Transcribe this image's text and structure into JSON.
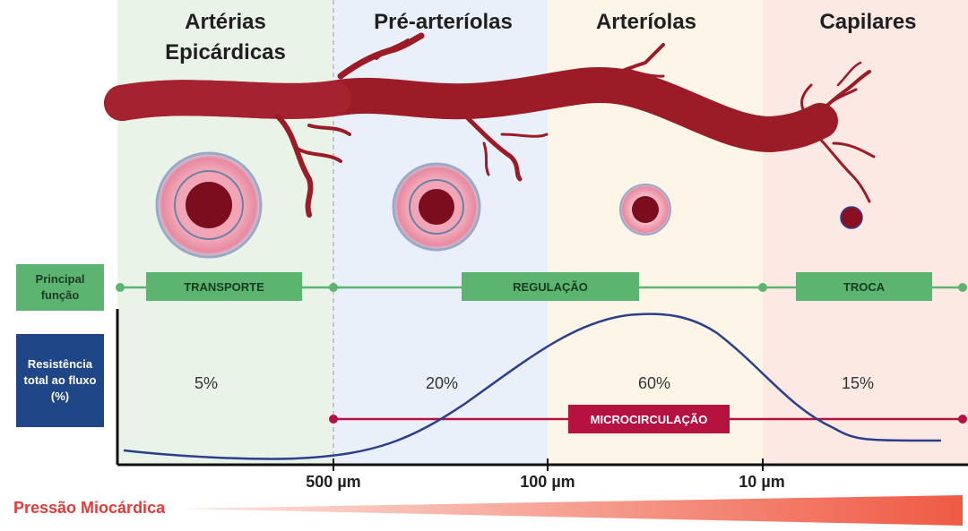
{
  "zones": [
    {
      "title": "Artérias Epicárdicas"
    },
    {
      "title": "Pré-arteríolas"
    },
    {
      "title": "Arteríolas"
    },
    {
      "title": "Capilares"
    }
  ],
  "side_labels": {
    "function": "Principal função",
    "resistance": "Resistência total ao fluxo (%)"
  },
  "functions": [
    "TRANSPORTE",
    "REGULAÇÃO",
    "TROCA"
  ],
  "microcirculation_label": "MICROCIRCULAÇÃO",
  "resistance_percent": [
    "5%",
    "20%",
    "60%",
    "15%"
  ],
  "axis_ticks": [
    "500 µm",
    "100 µm",
    "10 µm"
  ],
  "pressure_label": "Pressão Miocárdica",
  "colors": {
    "vessel": "#9b1b26",
    "green": "#5cb471",
    "blue_box": "#1f4787",
    "micro": "#b5123f",
    "curve": "#2c3f8a",
    "pressure": "#e23b3b"
  }
}
